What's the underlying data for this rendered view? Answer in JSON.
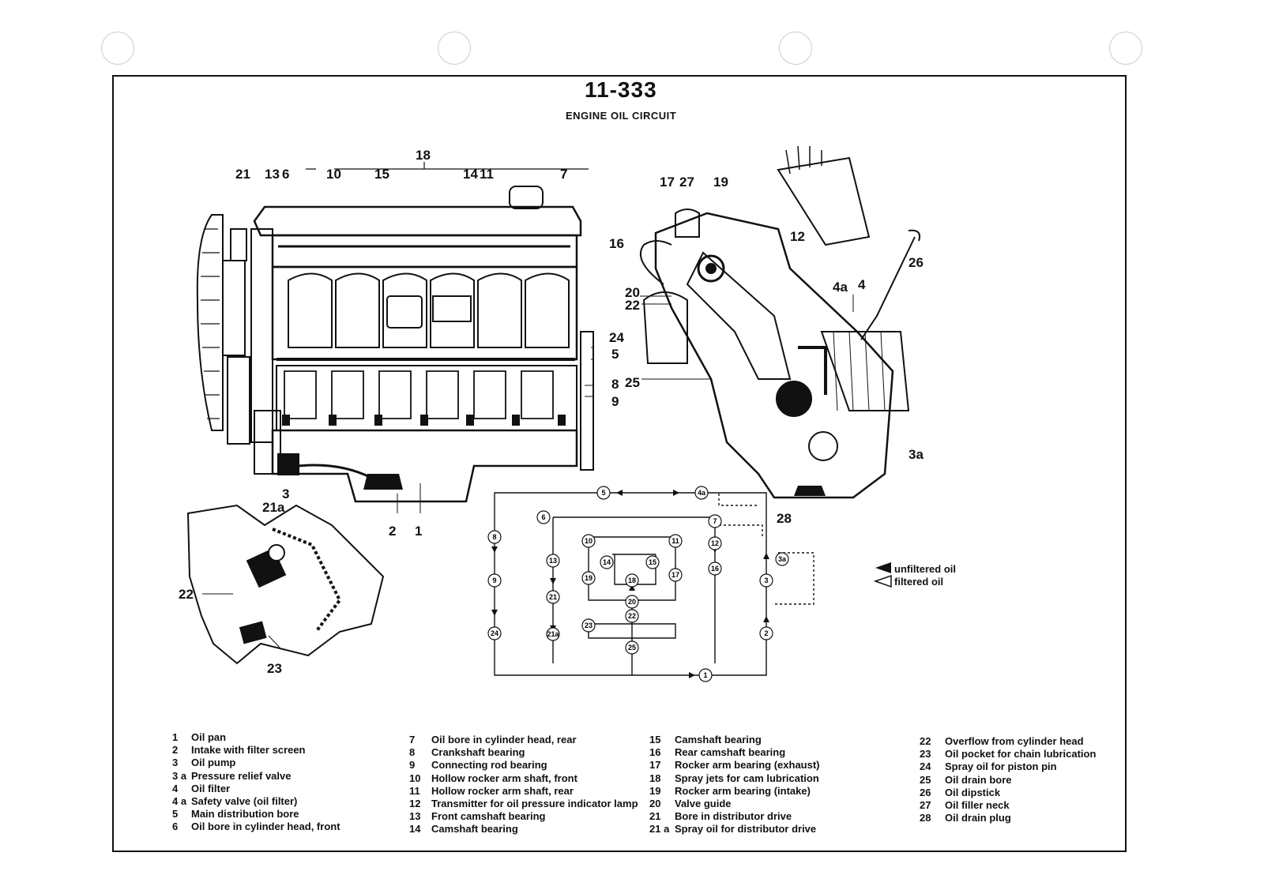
{
  "header": {
    "page_number": "11-333",
    "title": "ENGINE OIL CIRCUIT"
  },
  "main_view_labels": {
    "l21": "21",
    "l13": "13",
    "l6": "6",
    "l10": "10",
    "l15": "15",
    "l18": "18",
    "l14": "14",
    "l11": "11",
    "l7": "7",
    "l24": "24",
    "l5": "5",
    "l8": "8",
    "l25": "25",
    "l9": "9",
    "l3": "3",
    "l21a": "21a",
    "l2": "2",
    "l1": "1"
  },
  "side_view_labels": {
    "l17": "17",
    "l27": "27",
    "l19": "19",
    "l16": "16",
    "l12": "12",
    "l26": "26",
    "l4a": "4a",
    "l4": "4",
    "l20": "20",
    "l22": "22",
    "l3a": "3a",
    "l28": "28"
  },
  "detail_view_labels": {
    "l22": "22",
    "l23": "23"
  },
  "flow_nodes": {
    "n5": "5",
    "n4a": "4a",
    "n6": "6",
    "n7": "7",
    "n8": "8",
    "n10": "10",
    "n11": "11",
    "n12": "12",
    "n13": "13",
    "n14": "14",
    "n15": "15",
    "n17": "17",
    "n16": "16",
    "n18": "18",
    "n19": "19",
    "n9": "9",
    "n21": "21",
    "n20": "20",
    "n3a": "3a",
    "n3": "3",
    "n22": "22",
    "n23": "23",
    "n24": "24",
    "n21a": "21a",
    "n2": "2",
    "n25": "25",
    "n1": "1"
  },
  "legend": {
    "unfiltered": "unfiltered oil",
    "filtered": "filtered oil"
  },
  "parts_list": [
    [
      {
        "num": "1",
        "text": "Oil pan"
      },
      {
        "num": "2",
        "text": "Intake with filter screen"
      },
      {
        "num": "3",
        "text": "Oil pump"
      },
      {
        "num": "3 a",
        "text": "Pressure relief valve"
      },
      {
        "num": "4",
        "text": "Oil filter"
      },
      {
        "num": "4 a",
        "text": "Safety valve (oil filter)"
      },
      {
        "num": "5",
        "text": "Main distribution bore"
      },
      {
        "num": "6",
        "text": "Oil bore in cylinder head, front"
      }
    ],
    [
      {
        "num": "7",
        "text": "Oil bore in cylinder head, rear"
      },
      {
        "num": "8",
        "text": "Crankshaft bearing"
      },
      {
        "num": "9",
        "text": "Connecting rod bearing"
      },
      {
        "num": "10",
        "text": "Hollow rocker arm shaft, front"
      },
      {
        "num": "11",
        "text": "Hollow rocker arm shaft, rear"
      },
      {
        "num": "12",
        "text": "Transmitter for oil pressure indicator lamp"
      },
      {
        "num": "13",
        "text": "Front camshaft bearing"
      },
      {
        "num": "14",
        "text": "Camshaft bearing"
      }
    ],
    [
      {
        "num": "15",
        "text": "Camshaft bearing"
      },
      {
        "num": "16",
        "text": "Rear camshaft bearing"
      },
      {
        "num": "17",
        "text": "Rocker arm bearing (exhaust)"
      },
      {
        "num": "18",
        "text": "Spray jets for cam lubrication"
      },
      {
        "num": "19",
        "text": "Rocker arm bearing (intake)"
      },
      {
        "num": "20",
        "text": "Valve guide"
      },
      {
        "num": "21",
        "text": "Bore in distributor drive"
      },
      {
        "num": "21 a",
        "text": "Spray oil for distributor drive"
      }
    ],
    [
      {
        "num": "22",
        "text": "Overflow from cylinder head"
      },
      {
        "num": "23",
        "text": "Oil pocket for chain lubrication"
      },
      {
        "num": "24",
        "text": "Spray oil for piston pin"
      },
      {
        "num": "25",
        "text": "Oil drain bore"
      },
      {
        "num": "26",
        "text": "Oil dipstick"
      },
      {
        "num": "27",
        "text": "Oil filler neck"
      },
      {
        "num": "28",
        "text": "Oil drain plug"
      }
    ]
  ]
}
